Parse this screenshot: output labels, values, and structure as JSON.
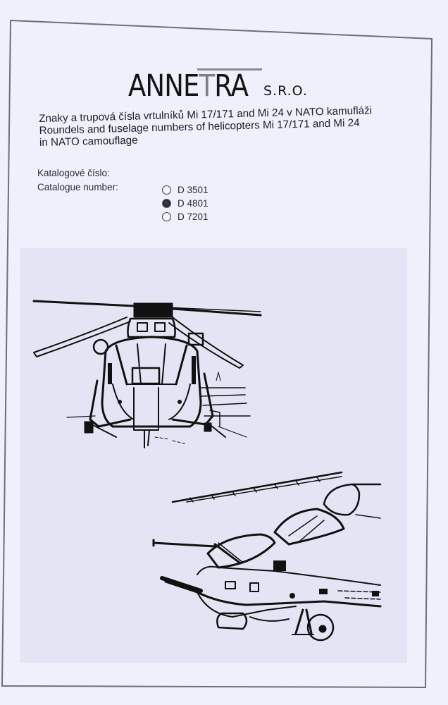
{
  "logo": {
    "word_before": "ANNE",
    "t_glyph": "T",
    "word_after": "RA",
    "suffix": "S.R.O."
  },
  "heading": {
    "line1": "Znaky a trupová čísla  vrtulníků Mi 17/171 and Mi 24 v NATO kamufláži",
    "line2": "Roundels  and fuselage numbers of helicopters Mi 17/171 and Mi 24",
    "line3": "in NATO camouflage"
  },
  "catalog": {
    "label_cz": "Katalogové číslo:",
    "label_en": "Catalogue number:",
    "options": [
      {
        "label": "D 3501",
        "checked": false
      },
      {
        "label": "D 4801",
        "checked": true
      },
      {
        "label": "D 7201",
        "checked": false
      }
    ]
  },
  "illustrations": [
    {
      "subject": "Mi 17/171 helicopter front view line drawing"
    },
    {
      "subject": "Mi 24 helicopter nose side view line drawing"
    }
  ],
  "colors": {
    "background": "#eef0fb",
    "panel": "#e3e5f4",
    "frame": "#6e6e7c",
    "logo_accent": "#7d7f86",
    "ink": "#141414"
  }
}
